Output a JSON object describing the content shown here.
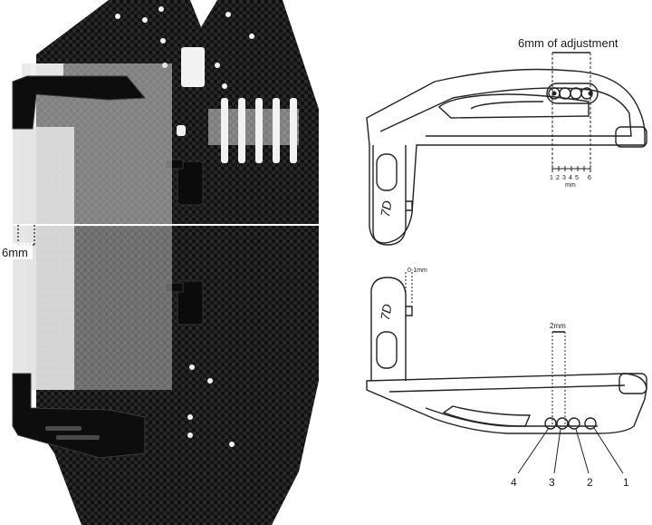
{
  "photo": {
    "gap_label": "6mm"
  },
  "top_drawing": {
    "title": "6mm of adjustment",
    "scale_ticks": [
      "1",
      "2",
      "3",
      "4",
      "5",
      "6"
    ],
    "scale_unit": "mm",
    "logo_text": "7D"
  },
  "bottom_drawing": {
    "height_label": "0-1mm",
    "spacing_label": "2mm",
    "hole_numbers": [
      "4",
      "3",
      "2",
      "1"
    ],
    "logo_text": "7D"
  },
  "colors": {
    "carbon": "#161616",
    "line": "#222222",
    "acrylic": "#d8d8d8"
  }
}
